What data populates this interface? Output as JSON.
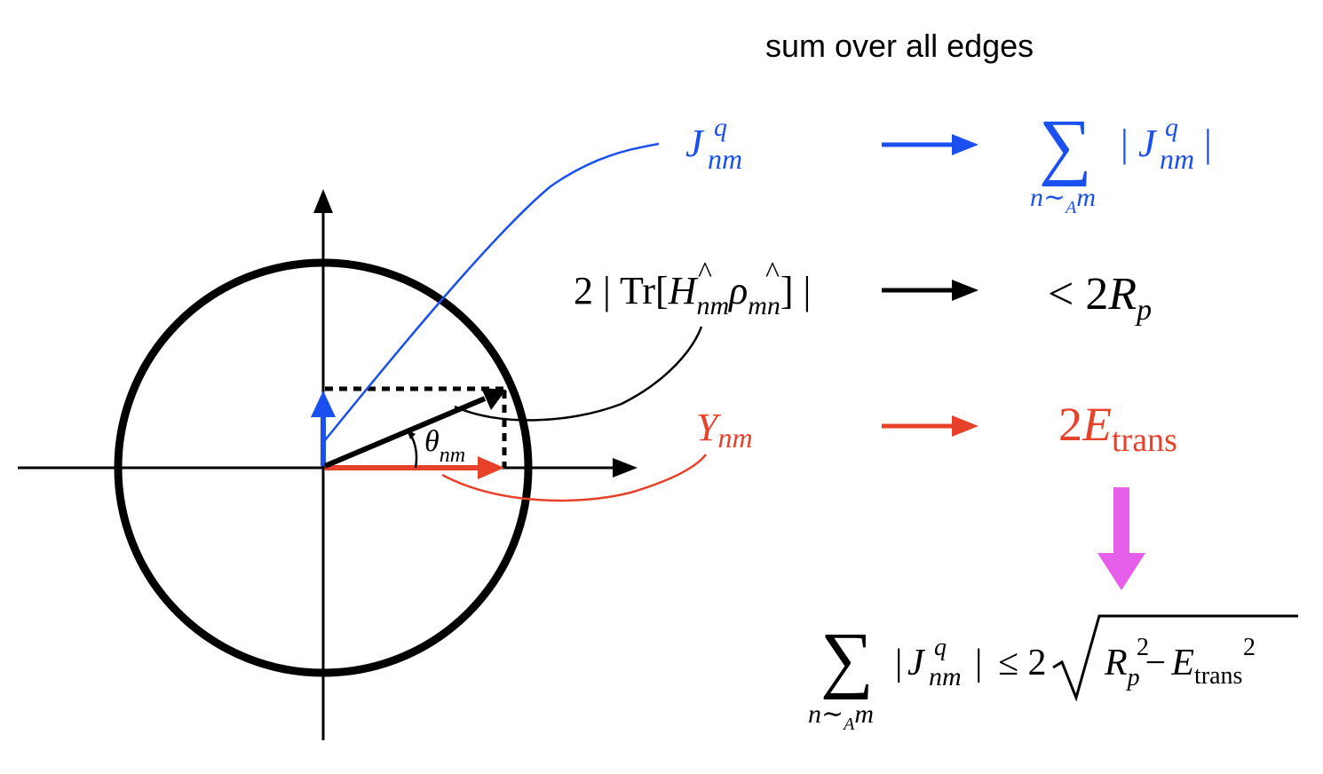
{
  "title": "sum over all edges",
  "colors": {
    "blue": "#1a4ff0",
    "red": "#e8412a",
    "black": "#000000",
    "magenta": "#e65fea"
  },
  "labels": {
    "theta_symbol": "θ",
    "theta_sub": "nm",
    "J_symbol": "J",
    "J_sup": "q",
    "J_sub": "nm",
    "tr_prefix": "2 | Tr[",
    "H_symbol": "H",
    "H_hat": "^",
    "H_sub": "nm",
    "rho_symbol": "ρ",
    "rho_hat": "^",
    "rho_sub": "mn",
    "tr_suffix": "] |",
    "Y_symbol": "Y",
    "Y_sub": "nm"
  },
  "results": {
    "sum_sign": "∑",
    "sum_index": "n∼",
    "sum_index_A": "A",
    "sum_index_m": "m",
    "abs_open": "|",
    "abs_close": "|",
    "less_than": "< 2",
    "R_symbol": "R",
    "R_sub": "p",
    "two_E": "2",
    "E_symbol": "E",
    "E_sub": "trans"
  },
  "inequality": {
    "leq": "≤ 2",
    "R2": "R",
    "R2_sub": "p",
    "R2_sup": "2",
    "minus": "−",
    "E2": "E",
    "E2_sub": "trans",
    "E2_sup": "2"
  }
}
